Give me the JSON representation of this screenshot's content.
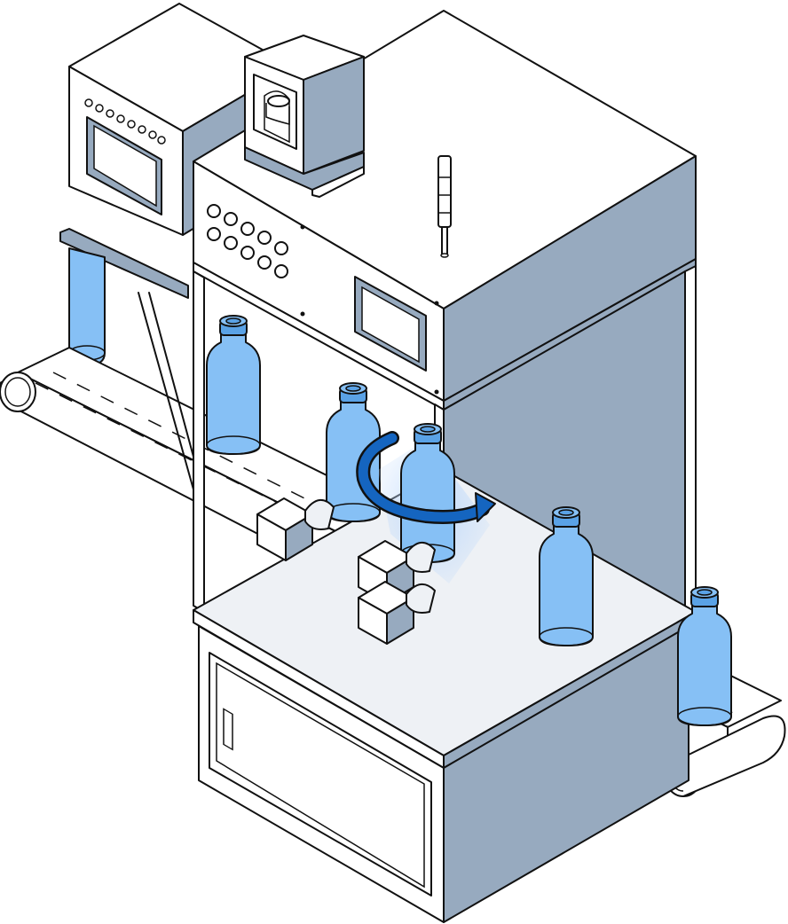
{
  "illustration": {
    "subject": "bottle-inspection-machine",
    "palette": {
      "outline": "#111111",
      "panel_light": "#ffffff",
      "panel_light_gray": "#eef1f5",
      "panel_shade": "#97aabf",
      "bottle_fill": "#86c0f5",
      "bottle_neck": "#5aa2e6",
      "rotation_arrow": "#1565c0",
      "glow": "#bcd8fb"
    },
    "components": [
      "conveyor-belt",
      "main-cabinet",
      "inspection-camera",
      "touch-screen",
      "signal-tower",
      "control-buttons",
      "rotation-rollers",
      "bottles",
      "rotation-arrow"
    ]
  }
}
